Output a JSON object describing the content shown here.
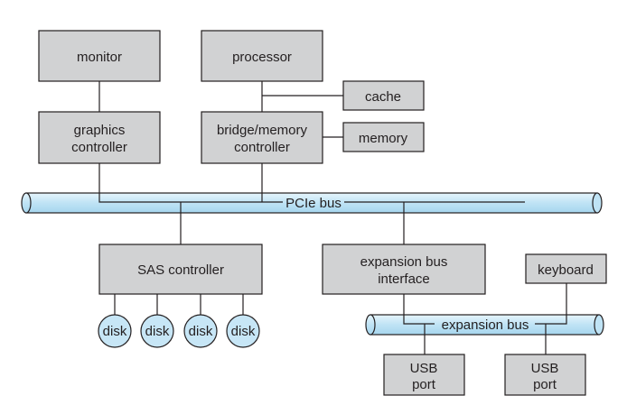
{
  "components": {
    "monitor": [
      "monitor"
    ],
    "processor": [
      "processor"
    ],
    "cache": [
      "cache"
    ],
    "graphics_controller": [
      "graphics",
      "controller"
    ],
    "bridge_memory_controller": [
      "bridge/memory",
      "controller"
    ],
    "memory": [
      "memory"
    ],
    "sas_controller": [
      "SAS controller"
    ],
    "expansion_bus_interface": [
      "expansion bus",
      "interface"
    ],
    "keyboard": [
      "keyboard"
    ],
    "usb_port_1": [
      "USB",
      "port"
    ],
    "usb_port_2": [
      "USB",
      "port"
    ]
  },
  "disks": [
    "disk",
    "disk",
    "disk",
    "disk"
  ],
  "buses": {
    "pcie": "PCIe bus",
    "expansion": "expansion bus"
  },
  "colors": {
    "box_fill": "#d1d2d3",
    "bus_fill": "#bfe3f5",
    "disk_fill": "#c7e6f6",
    "line": "#231f20"
  }
}
